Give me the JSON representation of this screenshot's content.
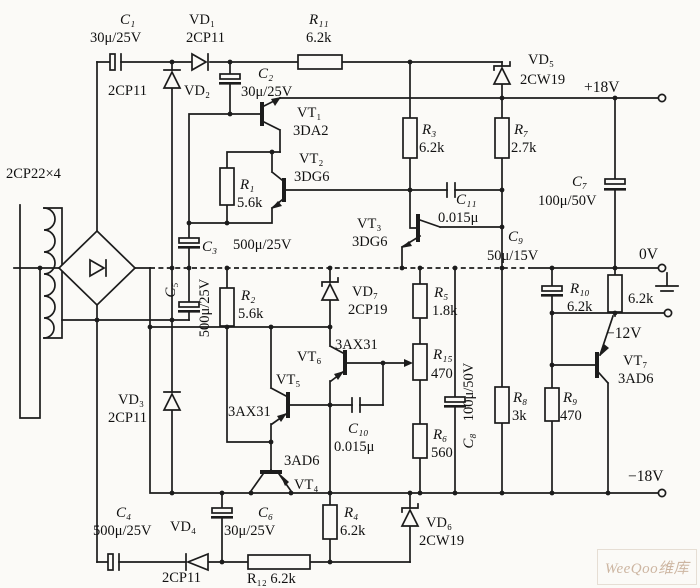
{
  "colors": {
    "wire": "#1c1c1c",
    "background": "#fbfaf7",
    "watermark": "#cdb6a2"
  },
  "terminals": {
    "p18": "+18V",
    "zero": "0V",
    "m12": "−12V",
    "m18": "−18V"
  },
  "bridge": {
    "label": "2CP22×4"
  },
  "watermark": {
    "text": "WeeQoo维库"
  },
  "labels": {
    "c1_ref": "C₁",
    "c1_val": "30μ/25V",
    "vd1_ref": "VD₁",
    "vd1_val": "2CP11",
    "r11_ref": "R₁₁",
    "r11_val": "6.2k",
    "vd2_left": "2CP11",
    "vd2_ref": "VD₂",
    "c2_ref": "C₂",
    "c2_val": "30μ/25V",
    "vd5_ref": "VD₅",
    "vd5_val": "2CW19",
    "vt1_ref": "VT₁",
    "vt1_val": "3DA2",
    "r3_ref": "R₃",
    "r3_val": "6.2k",
    "r7_ref": "R₇",
    "r7_val": "2.7k",
    "vt2_ref": "VT₂",
    "vt2_val": "3DG6",
    "r1_ref": "R₁",
    "r1_val": "5.6k",
    "c11_ref": "C₁₁",
    "c11_val": "0.015μ",
    "vt3_ref": "VT₃",
    "vt3_val": "3DG6",
    "c7_ref": "C₇",
    "c7_val": "100μ/50V",
    "c3_ref": "C₃",
    "c3_val": "500μ/25V",
    "c9_ref": "C₉",
    "c9_val": "50μ/15V",
    "c5_ref": "C₅",
    "c5_val": "500μ/25V",
    "r2_ref": "R₂",
    "r2_val": "5.6k",
    "vd7_ref": "VD₇",
    "vd7_val": "2CP19",
    "r5_ref": "R₅",
    "r5_val": "1.8k",
    "r10_ref": "R₁₀",
    "r10_val": "6.2k",
    "r10_val2": "6.2k",
    "vt6_ref": "VT₆",
    "vt6_val": "3AX31",
    "vt5_ref": "VT₅",
    "vt5_val": "3AX31",
    "r15_ref": "R₁₅",
    "r15_val": "470",
    "c10_ref": "C₁₀",
    "c10_val": "0.015μ",
    "r6_ref": "R₆",
    "r6_val": "560",
    "c8_ref": "C₈",
    "c8_val": "100μ/50V",
    "r8_ref": "R₈",
    "r8_val": "3k",
    "r9_ref": "R₉",
    "r9_val": "470",
    "vt7_ref": "VT₇",
    "vt7_val": "3AD6",
    "vd3_ref": "VD₃",
    "vd3_val": "2CP11",
    "vt4_val": "3AD6",
    "vt4_ref": "VT₄",
    "c4_ref": "C₄",
    "c4_val": "500μ/25V",
    "vd4_ref": "VD₄",
    "vd4_val": "2CP11",
    "c6_ref": "C₆",
    "c6_val": "30μ/25V",
    "r12_text": "R₁₂ 6.2k",
    "r4_ref": "R₄",
    "r4_val": "6.2k",
    "vd6_ref": "VD₆",
    "vd6_val": "2CW19"
  }
}
